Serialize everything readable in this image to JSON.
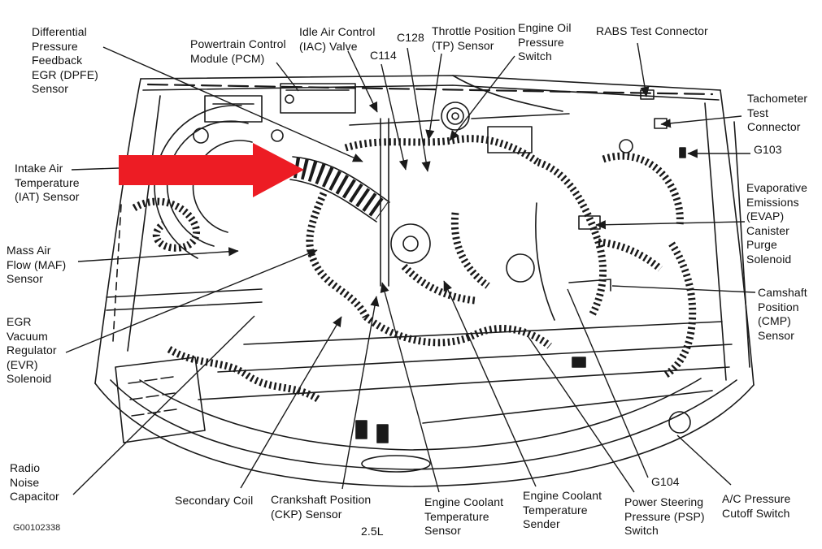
{
  "figure": {
    "code": "G00102338",
    "displacement": "2.5L"
  },
  "colors": {
    "arrow": "#ED1C24",
    "ink": "#1a1a1a",
    "background": "#ffffff"
  },
  "labels": {
    "dpfe": "Differential\nPressure\nFeedback\nEGR (DPFE)\nSensor",
    "pcm": "Powertrain Control\nModule (PCM)",
    "iac": "Idle Air Control\n(IAC) Valve",
    "c114": "C114",
    "c128": "C128",
    "tp": "Throttle Position\n(TP) Sensor",
    "oil": "Engine Oil\nPressure\nSwitch",
    "rabs": "RABS Test Connector",
    "tach": "Tachometer\nTest\nConnector",
    "g103": "G103",
    "evap": "Evaporative\nEmissions\n(EVAP)\nCanister\nPurge\nSolenoid",
    "cmp": "Camshaft\nPosition\n(CMP)\nSensor",
    "iat": "Intake Air\nTemperature\n(IAT) Sensor",
    "maf": "Mass Air\nFlow (MAF)\nSensor",
    "evr": "EGR\nVacuum\nRegulator\n(EVR)\nSolenoid",
    "radio": "Radio\nNoise\nCapacitor",
    "secondary": "Secondary Coil",
    "ckp": "Crankshaft Position\n(CKP) Sensor",
    "ect_sensor": "Engine Coolant\nTemperature\nSensor",
    "ect_sender": "Engine Coolant\nTemperature\nSender",
    "g104": "G104",
    "psp": "Power Steering\nPressure (PSP)\nSwitch",
    "ac": "A/C Pressure\nCutoff Switch"
  }
}
